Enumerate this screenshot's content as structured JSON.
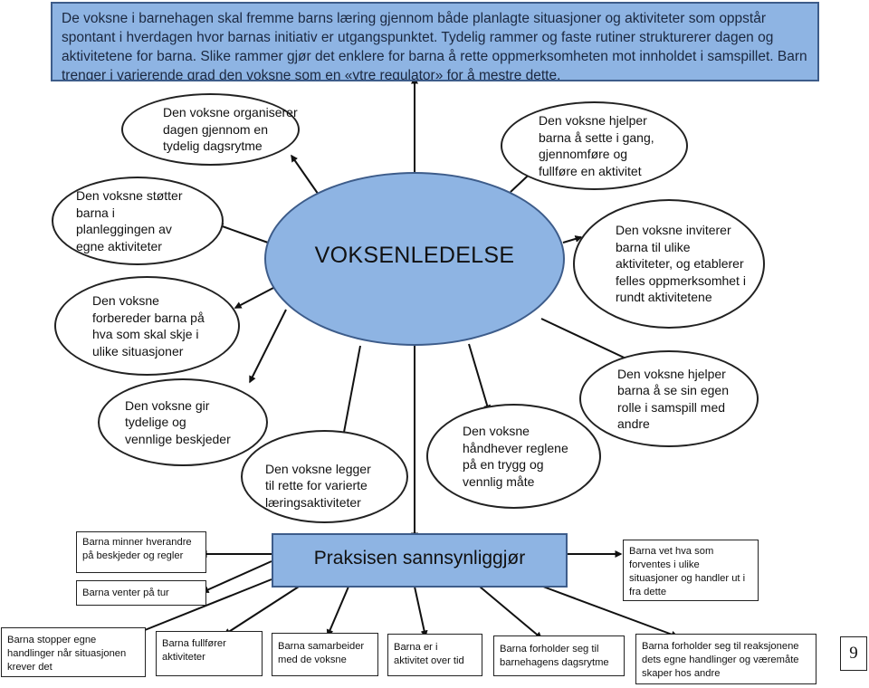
{
  "intro_text": "De voksne i barnehagen skal fremme barns læring gjennom både planlagte situasjoner og aktiviteter som oppstår spontant i hverdagen hvor barnas initiativ er utgangspunktet. Tydelig rammer og faste rutiner strukturerer dagen og aktivitetene for barna. Slike rammer gjør det enklere for barna å rette oppmerksomheten mot innholdet i samspillet. Barn trenger i varierende grad den voksne som en «ytre regulator» for å mestre dette.",
  "center_label": "VOKSENLEDELSE",
  "ellipses": {
    "organiserer": [
      "Den voksne organiserer",
      "dagen gjennom en",
      "tydelig dagsrytme"
    ],
    "hjelper_gang": [
      "Den voksne hjelper",
      "barna å sette i gang,",
      "gjennomføre og",
      "fullføre en aktivitet"
    ],
    "stotter": [
      "Den voksne støtter",
      "barna i",
      "planleggingen av",
      "egne aktiviteter"
    ],
    "inviterer": [
      "Den voksne inviterer",
      "barna til ulike",
      "aktiviteter, og etablerer",
      "felles oppmerksomhet i",
      "rundt aktivitetene"
    ],
    "forbereder": [
      "Den voksne",
      "forbereder barna på",
      "hva som skal skje i",
      "ulike situasjoner"
    ],
    "hjelper_rolle": [
      "Den voksne hjelper",
      "barna å se sin egen",
      "rolle i samspill med",
      "andre"
    ],
    "gir": [
      "Den voksne gir",
      "tydelige og",
      "vennlige beskjeder"
    ],
    "handhever": [
      "Den voksne",
      "håndhever reglene",
      "på en trygg og",
      "vennlig måte"
    ],
    "legger": [
      "Den voksne legger",
      "til rette for varierte",
      "læringsaktiviteter"
    ]
  },
  "practice_label": "Praksisen sannsynliggjør",
  "outcomes": {
    "minner": [
      "Barna minner hverandre",
      "på beskjeder og regler"
    ],
    "venter": [
      "Barna venter på tur"
    ],
    "vet": [
      "Barna vet hva som",
      "forventes i ulike",
      "situasjoner og handler ut i",
      "fra dette"
    ],
    "stopper": [
      "Barna stopper egne",
      "handlinger når situasjonen",
      "krever det"
    ],
    "fullforer": [
      "Barna fullfører",
      "aktiviteter"
    ],
    "samarbeider": [
      "Barna samarbeider",
      "med de voksne"
    ],
    "aktivitet": [
      "Barna er i",
      "aktivitet over tid"
    ],
    "dagsrytme": [
      "Barna forholder seg til",
      "barnehagens dagsrytme"
    ],
    "reaksjonene": [
      "Barna forholder seg til reaksjonene",
      "dets egne handlinger og væremåte",
      "skaper hos andre"
    ]
  },
  "page_number": "9",
  "colors": {
    "accent_fill": "#8eb4e3",
    "accent_border": "#3d5c8a",
    "line": "#111111"
  }
}
